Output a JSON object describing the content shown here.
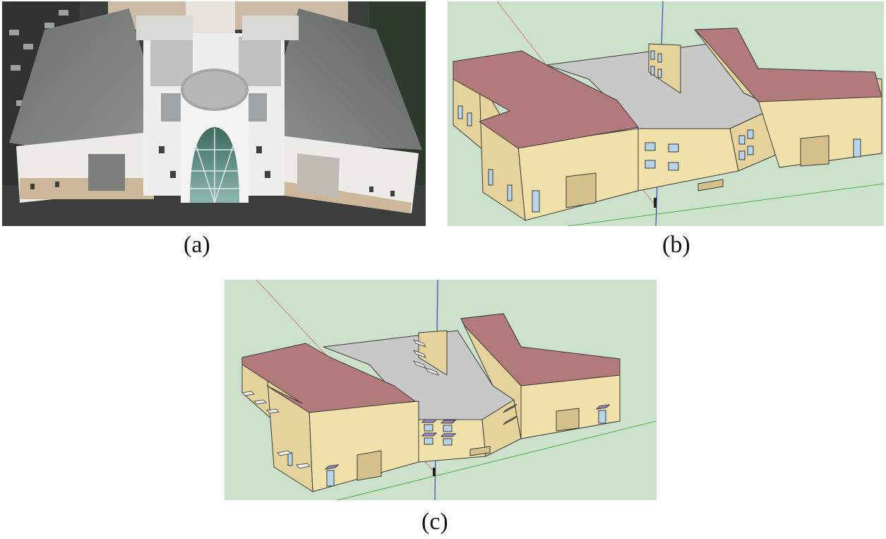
{
  "figure": {
    "panels": [
      {
        "id": "a",
        "caption": "(a)",
        "content": "aerial-photo-building"
      },
      {
        "id": "b",
        "caption": "(b)",
        "content": "3d-model-building"
      },
      {
        "id": "c",
        "caption": "(c)",
        "content": "3d-model-building-with-shading"
      }
    ]
  },
  "colors": {
    "roof_red": "#b37a7c",
    "wall_cream": "#f0e1ab",
    "wall_dark": "#e5d39b",
    "roof_grey": "#c8c8c8",
    "ground_green": "#cbe1cb",
    "window_blue": "#b6d4ea",
    "door_tan": "#d4c08a",
    "shade_purple": "#a08bd0"
  }
}
